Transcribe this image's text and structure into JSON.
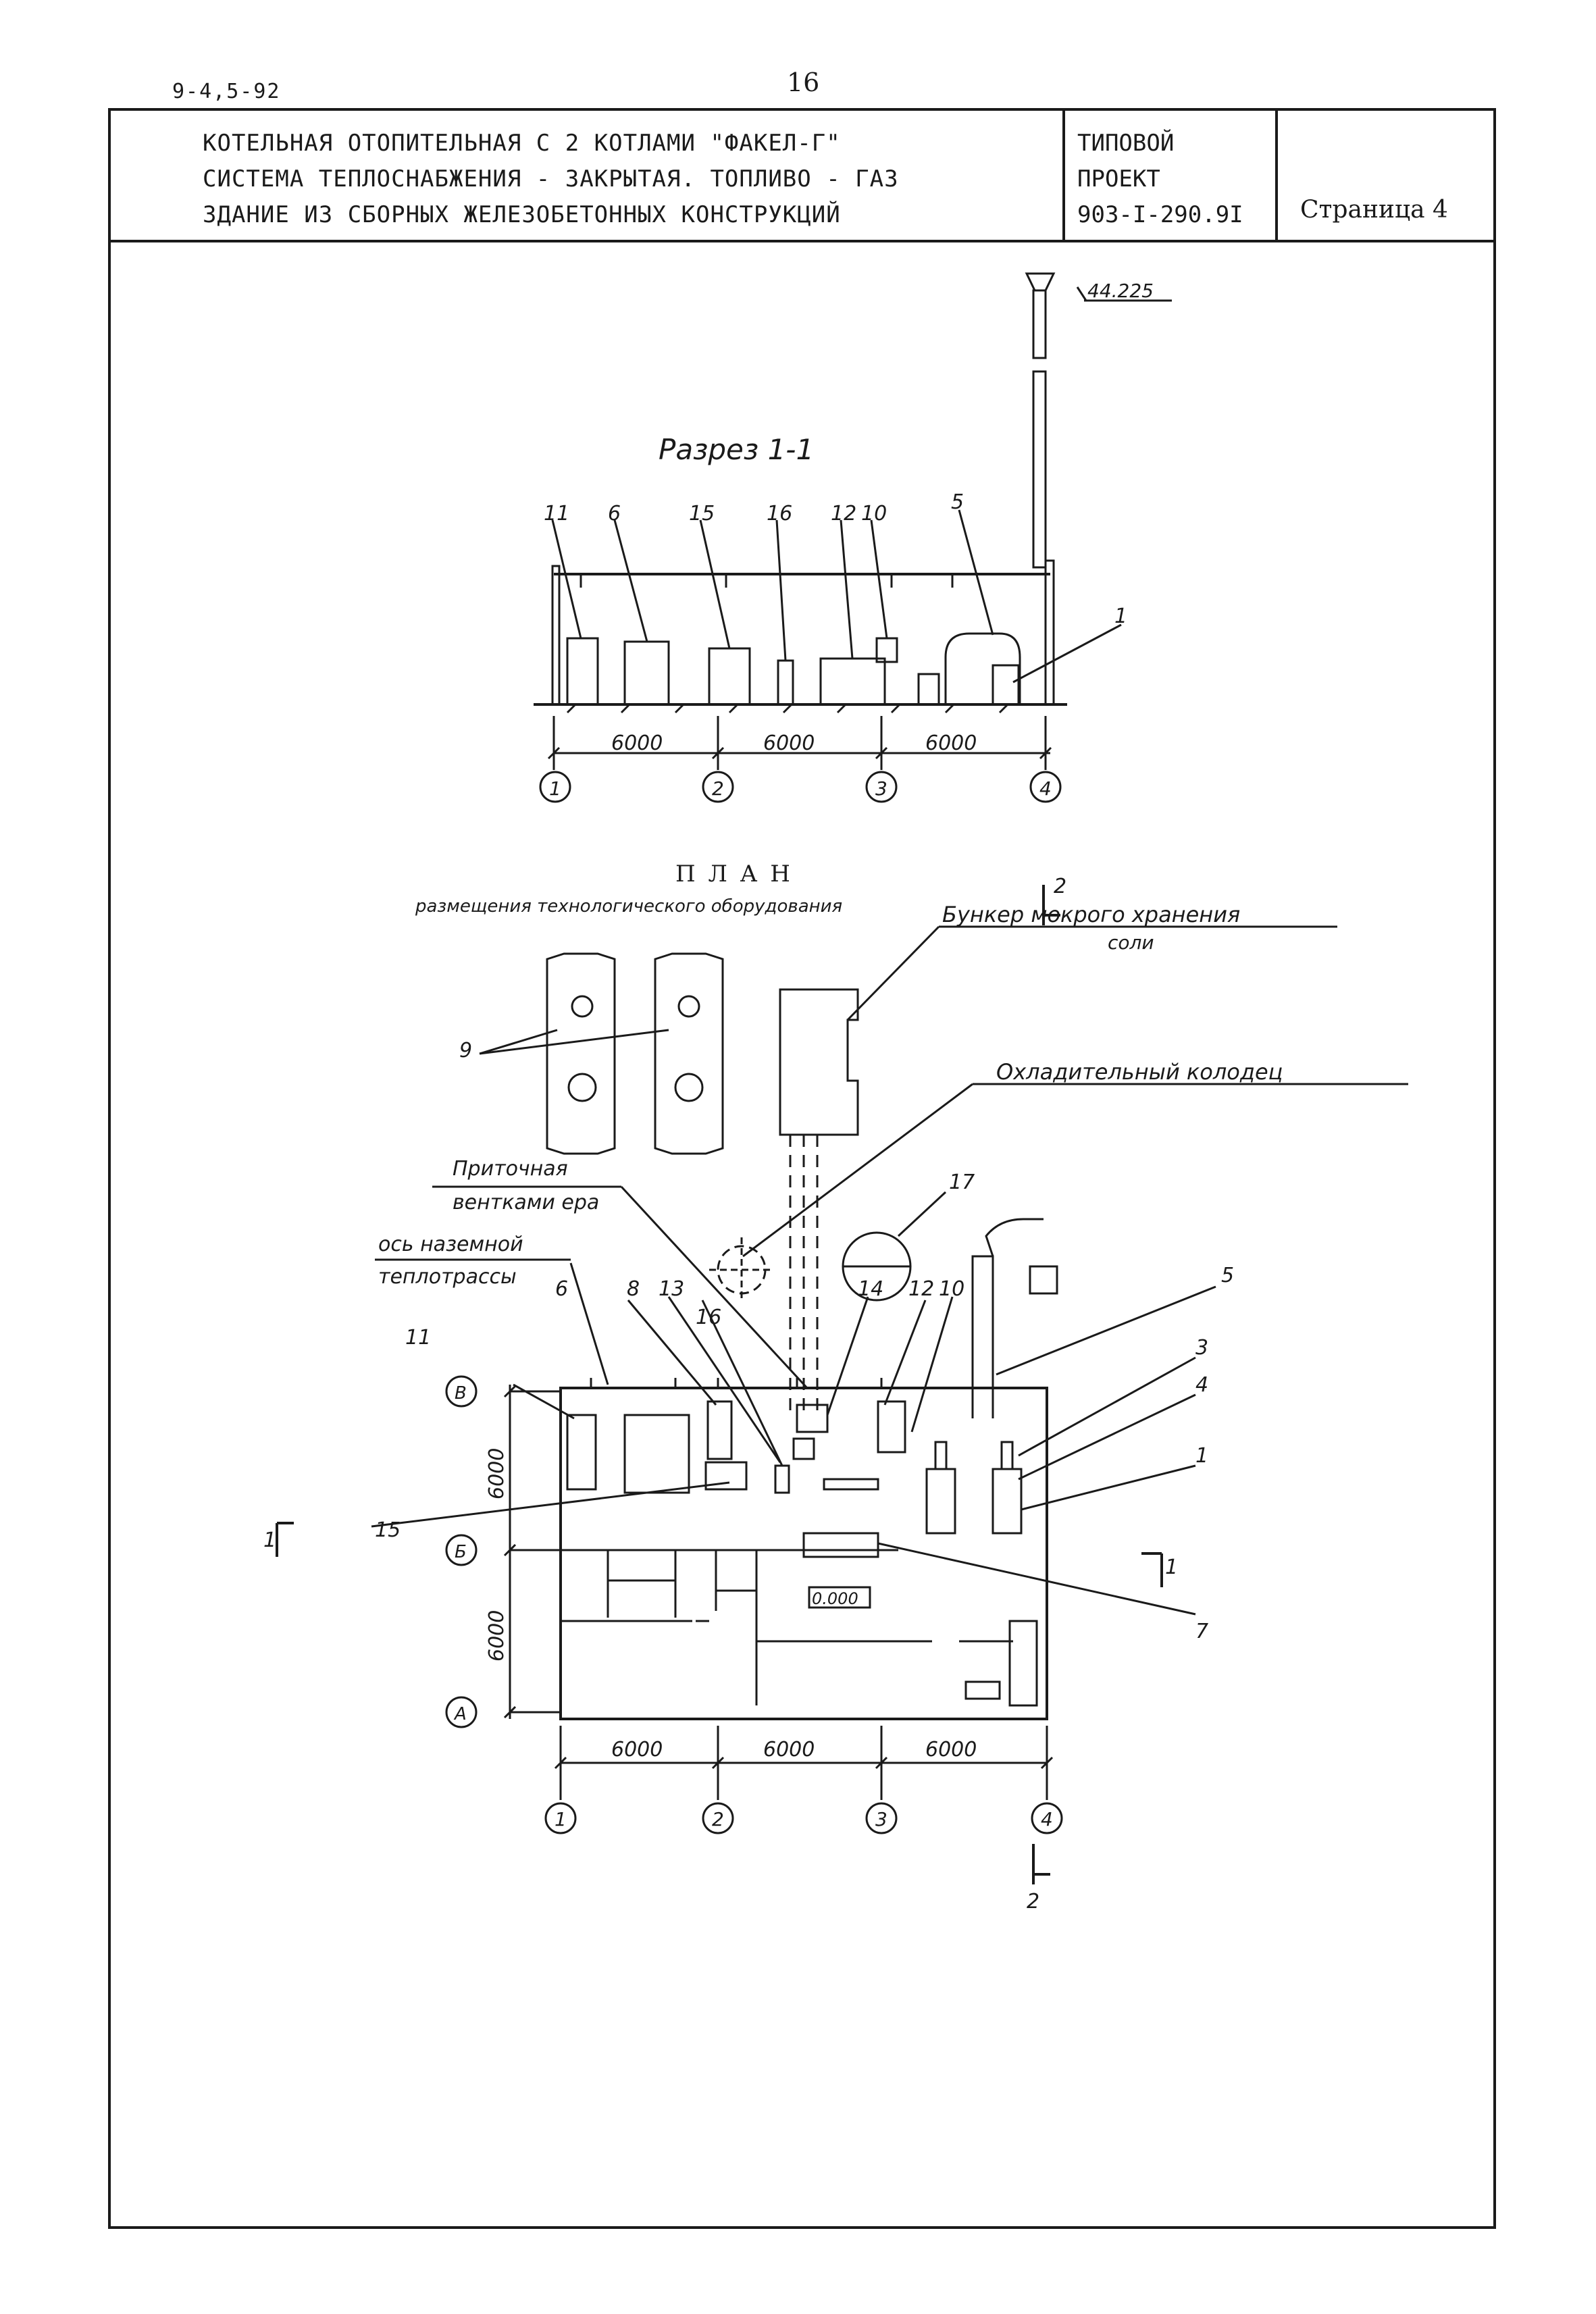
{
  "header": {
    "doc_code": "9-4,5-92",
    "page_number": "16",
    "title_lines": [
      "КОТЕЛЬНАЯ ОТОПИТЕЛЬНАЯ С 2 КОТЛАМИ \"ФАКЕЛ-Г\"",
      "СИСТЕМА ТЕПЛОСНАБЖЕНИЯ - ЗАКРЫТАЯ. ТОПЛИВО - ГАЗ",
      "ЗДАНИЕ ИЗ СБОРНЫХ ЖЕЛЕЗОБЕТОННЫХ КОНСТРУКЦИЙ"
    ],
    "project_lines": [
      "ТИПОВОЙ",
      "ПРОЕКТ",
      "903-I-290.9I"
    ],
    "page_label": "Страница 4"
  },
  "section": {
    "title": "Разрез 1-1",
    "elevation": "44.225",
    "labels": [
      "11",
      "6",
      "15",
      "16",
      "12",
      "10",
      "5",
      "1"
    ],
    "dims": [
      "6000",
      "6000",
      "6000"
    ],
    "axes": [
      "1",
      "2",
      "3",
      "4"
    ]
  },
  "plan": {
    "title": "П Л А Н",
    "subtitle": "размещения технологического оборудования",
    "section_mark": "2",
    "section_mark_bottom": "2",
    "section_mark_left": "1",
    "section_mark_right": "1",
    "callouts": {
      "bunker": "Бункер мокрого хранения",
      "bunker_2": "соли",
      "well": "Охладительный колодец",
      "vent_1": "Приточная",
      "vent_2": "вентками ера",
      "axis_1": "ось наземной",
      "axis_2": "теплотрассы"
    },
    "labels": [
      "9",
      "17",
      "6",
      "8",
      "13",
      "16",
      "14",
      "12",
      "10",
      "5",
      "3",
      "4",
      "1",
      "11",
      "15",
      "7"
    ],
    "elevation": "0.000",
    "row_axes": [
      "В",
      "Б",
      "А"
    ],
    "row_dims": [
      "6000",
      "6000"
    ],
    "col_dims": [
      "6000",
      "6000",
      "6000"
    ],
    "col_axes": [
      "1",
      "2",
      "3",
      "4"
    ]
  }
}
